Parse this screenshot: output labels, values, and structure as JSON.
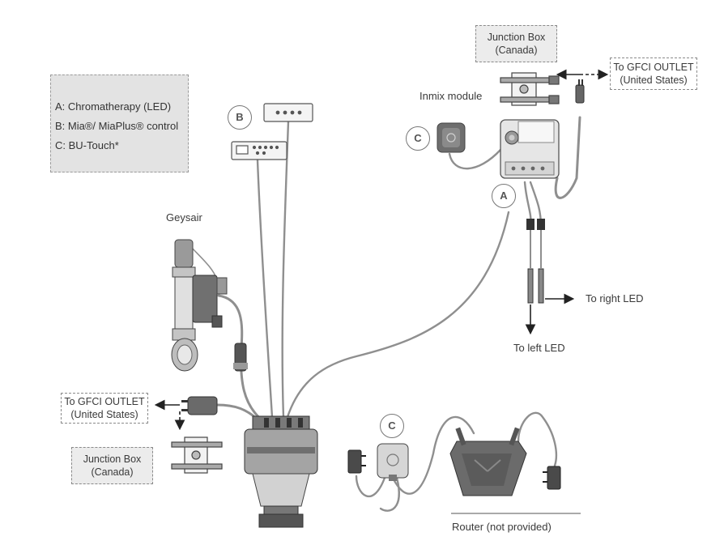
{
  "legend": {
    "a": "A: Chromatherapy (LED)",
    "b": "B: Mia®/ MiaPlus® control",
    "c": "C: BU-Touch*"
  },
  "labels": {
    "junction_box_top": "Junction Box",
    "canada_top": "(Canada)",
    "gfci_right": "To GFCI OUTLET",
    "us_right": "(United States)",
    "inmix_module": "Inmix module",
    "geysair": "Geysair",
    "to_right_led": "To right LED",
    "to_left_led": "To left LED",
    "gfci_left": "To GFCI OUTLET",
    "us_left": "(United States)",
    "junction_box_bottom": "Junction Box",
    "canada_bottom": "(Canada)",
    "router": "Router (not provided)"
  },
  "badges": {
    "b": "B",
    "c_top": "C",
    "a": "A",
    "c_bottom": "C"
  }
}
